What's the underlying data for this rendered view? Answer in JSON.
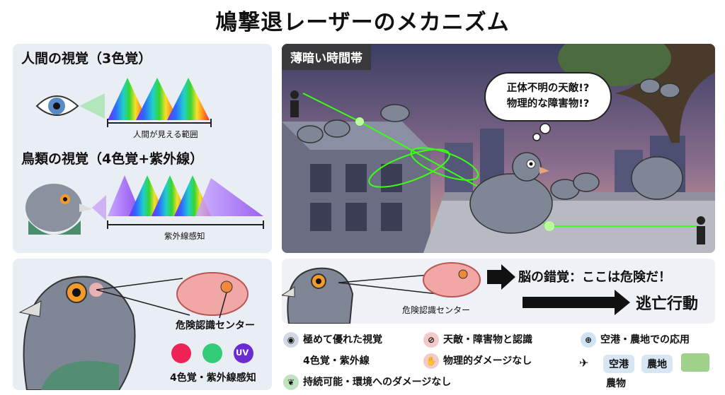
{
  "title": "鳩撃退レーザーのメカニズム",
  "human": {
    "heading": "人間の視覚（3色覚）",
    "range_label": "人間が見える範囲"
  },
  "bird": {
    "heading": "鳥類の視覚（4色覚+紫外線）",
    "range_label": "紫外線感知"
  },
  "scene": {
    "tag": "薄暗い時間帯",
    "thought_line1": "正体不明の天敵!?",
    "thought_line2": "物理的な障害物!?"
  },
  "pigeon_panel": {
    "center_label": "危険認識センター",
    "uv_badge": "UV",
    "bottom_label": "4色覚・紫外線感知"
  },
  "mechanism": {
    "center_label": "危険認識センター",
    "illusion": "脳の錯覚：ここは危険だ！",
    "action": "逃亡行動"
  },
  "benefits": {
    "vision_line1": "極めて優れた視覚",
    "vision_line2": "4色覚・紫外線",
    "enemy": "天敵・障害物と認識",
    "no_damage": "物理的ダメージなし",
    "sustainable": "持続可能・環境へのダメージなし",
    "application": "空港・農地での応用",
    "tag_airport": "空港",
    "tag_farm": "農地",
    "tag_crops": "農物"
  },
  "colors": {
    "laser": "#39ff14",
    "panel_bg": "#e9eef4",
    "pigeon": "#7f8796",
    "brain": "#f2a7a7"
  }
}
